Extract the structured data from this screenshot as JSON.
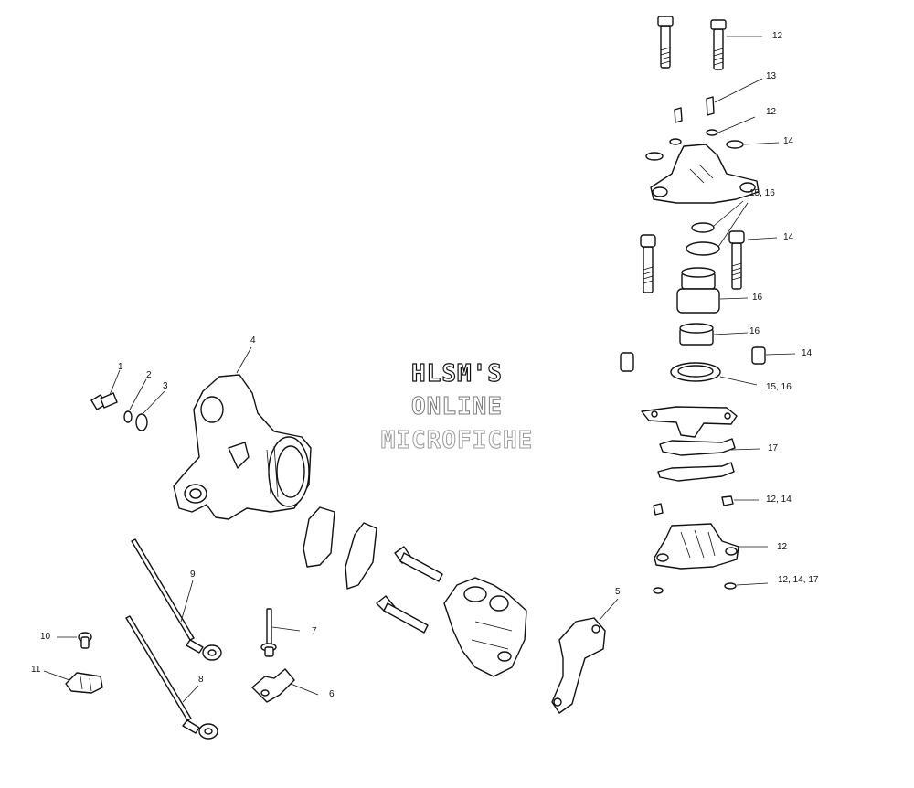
{
  "watermark": {
    "line1": "HLSM'S",
    "line2": "ONLINE",
    "line3": "MICROFICHE"
  },
  "callouts": [
    {
      "id": "c-12-top",
      "text": "12"
    },
    {
      "id": "c-13",
      "text": "13"
    },
    {
      "id": "c-12-b",
      "text": "12"
    },
    {
      "id": "c-14-a",
      "text": "14"
    },
    {
      "id": "c-15-16-a",
      "text": "15,  16"
    },
    {
      "id": "c-14-b",
      "text": "14"
    },
    {
      "id": "c-16-a",
      "text": "16"
    },
    {
      "id": "c-16-b",
      "text": "16"
    },
    {
      "id": "c-14-c",
      "text": "14"
    },
    {
      "id": "c-15-16-b",
      "text": "15,   16"
    },
    {
      "id": "c-17",
      "text": "17"
    },
    {
      "id": "c-12-14",
      "text": "12,   14"
    },
    {
      "id": "c-12-c",
      "text": "12"
    },
    {
      "id": "c-12-14-17",
      "text": "12,   14,  17"
    },
    {
      "id": "c-1",
      "text": "1"
    },
    {
      "id": "c-2",
      "text": "2"
    },
    {
      "id": "c-3",
      "text": "3"
    },
    {
      "id": "c-4",
      "text": "4"
    },
    {
      "id": "c-5",
      "text": "5"
    },
    {
      "id": "c-6",
      "text": "6"
    },
    {
      "id": "c-7",
      "text": "7"
    },
    {
      "id": "c-8",
      "text": "8"
    },
    {
      "id": "c-9",
      "text": "9"
    },
    {
      "id": "c-10",
      "text": "10"
    },
    {
      "id": "c-11",
      "text": "11"
    }
  ]
}
